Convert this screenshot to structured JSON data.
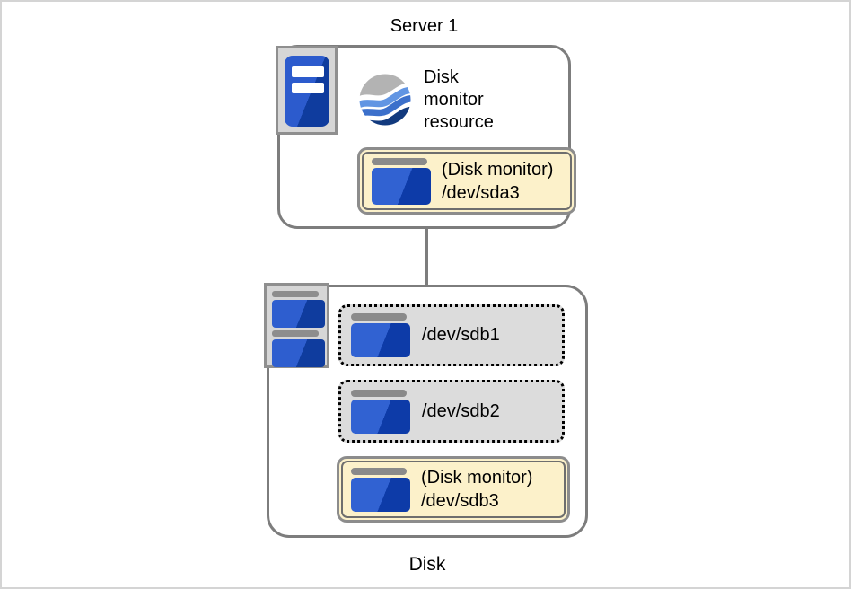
{
  "colors": {
    "group_border": "#7d7d7d",
    "monitored_fill": "#fcf1ca",
    "partition_fill": "#dcdcdc",
    "disk_blue_light": "#3162d2",
    "disk_blue_dark": "#0d3ba8",
    "hw_square_fill": "#d6d6d6"
  },
  "server_section": {
    "title": "Server 1",
    "resource_label_lines": [
      "Disk",
      "monitor",
      "resource"
    ],
    "monitored_item": {
      "line1": "(Disk monitor)",
      "line2": "/dev/sda3"
    }
  },
  "disk_section": {
    "caption": "Disk",
    "partitions": [
      {
        "label": "/dev/sdb1"
      },
      {
        "label": "/dev/sdb2"
      }
    ],
    "monitored_item": {
      "line1": "(Disk monitor)",
      "line2": "/dev/sdb3"
    }
  }
}
